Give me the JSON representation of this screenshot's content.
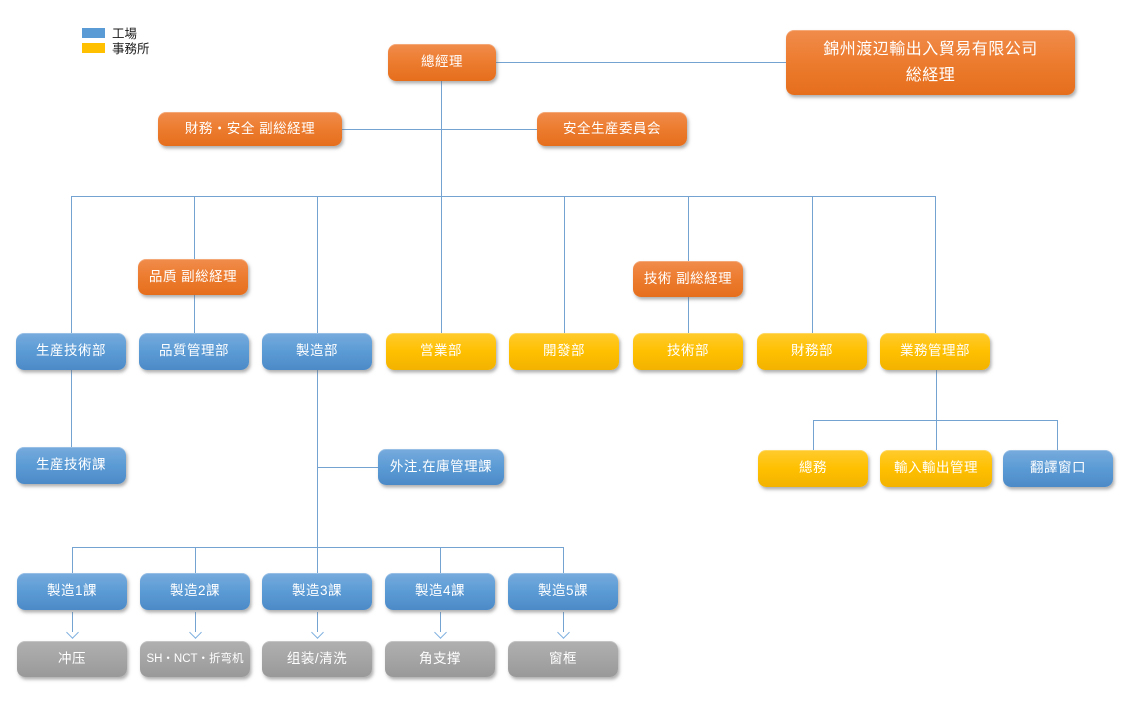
{
  "legend": {
    "factory": {
      "label": "工場",
      "color": "#5B9BD5"
    },
    "office": {
      "label": "事務所",
      "color": "#FFC000"
    }
  },
  "top": {
    "general_manager": "總經理",
    "company": {
      "line1": "錦州渡辺輸出入貿易有限公司",
      "line2": "総経理"
    },
    "finance_safety_deputy": "財務・安全 副総経理",
    "safety_committee": "安全生産委員会"
  },
  "deputies": {
    "quality": "品貭 副総経理",
    "technology": "技術 副総経理"
  },
  "departments": {
    "production_tech": "生産技術部",
    "quality_mgmt": "品質管理部",
    "manufacturing": "製造部",
    "sales": "営業部",
    "development": "開發部",
    "technology": "技術部",
    "finance": "財務部",
    "business_mgmt": "業務管理部"
  },
  "sections": {
    "production_tech_course": "生産技術課",
    "outsourcing_inventory": "外注.在庫管理課",
    "general_affairs": "總務",
    "import_export": "輸入輸出管理",
    "translation": "翻譯窗口"
  },
  "manufacturing_courses": [
    "製造1課",
    "製造2課",
    "製造3課",
    "製造4課",
    "製造5課"
  ],
  "processes": [
    "冲压",
    "SH・NCT・折弯机",
    "组装/清洗",
    "角支撑",
    "窗框"
  ],
  "colors": {
    "factory_blue": "#5B9BD5",
    "office_yellow": "#FFC000",
    "management_orange": "#ED7D31",
    "process_gray": "#A5A5A5",
    "connector_blue": "#75A3D1"
  }
}
